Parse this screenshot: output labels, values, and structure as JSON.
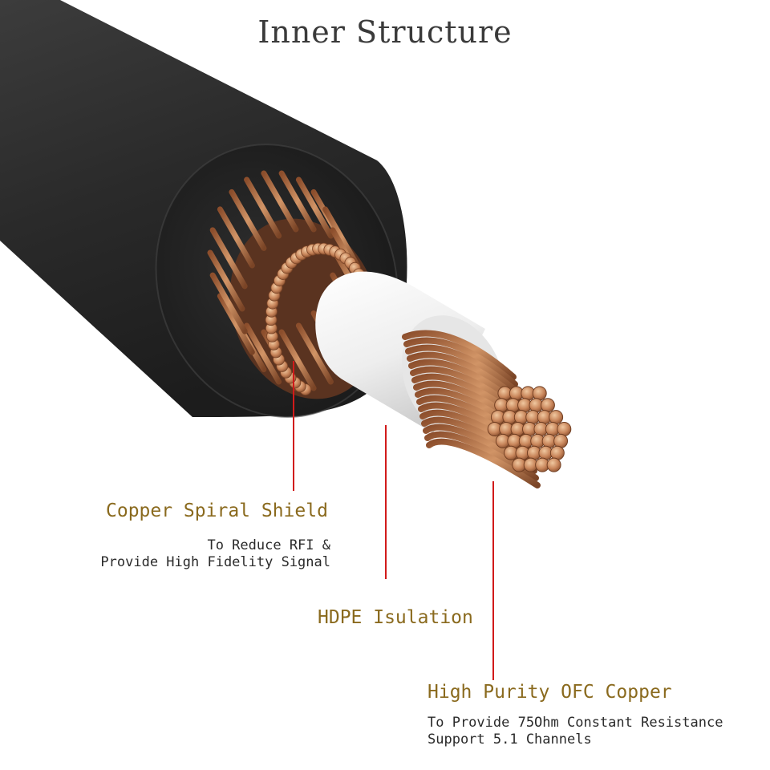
{
  "title": "Inner Structure",
  "callouts": {
    "shield": {
      "label": "Copper Spiral Shield",
      "lines": [
        "To Reduce RFI &",
        "Provide High Fidelity Signal"
      ]
    },
    "hdpe": {
      "label": "HDPE Isulation"
    },
    "copper": {
      "label": "High Purity OFC Copper",
      "lines": [
        "To Provide 75Ohm Constant Resistance",
        "Support 5.1 Channels"
      ]
    }
  },
  "colors": {
    "jacket": "#2b2b2b",
    "copper": "#c8855a",
    "insulation": "#f2f2f2",
    "leader": "#d11a1a",
    "label": "#8a6a1e"
  }
}
